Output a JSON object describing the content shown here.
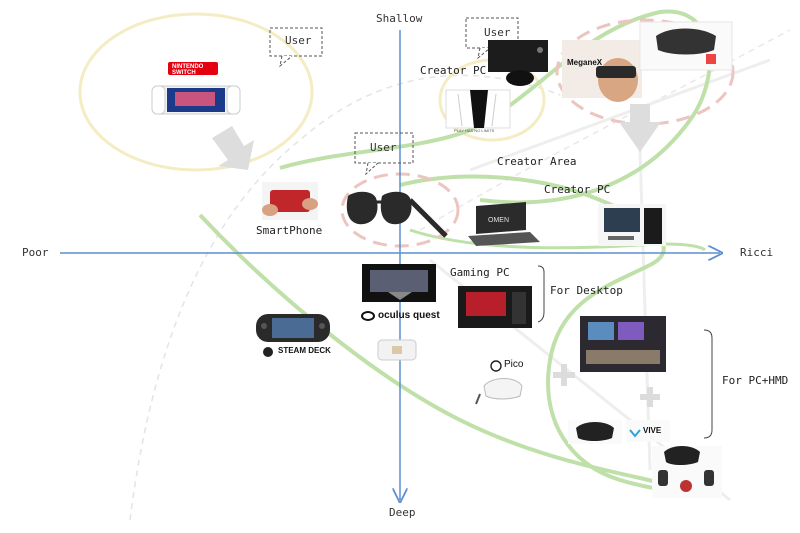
{
  "axes": {
    "top": "Shallow",
    "bottom": "Deep",
    "left": "Poor",
    "right": "Ricci"
  },
  "bubbles": [
    "User",
    "User",
    "User"
  ],
  "labels": {
    "creator_pc_top": "Creator PC",
    "creator_area": "Creator Area",
    "creator_pc_mid": "Creator PC",
    "smartphone": "SmartPhone",
    "gaming_pc": "Gaming PC",
    "for_desktop": "For Desktop",
    "for_pc_hmd": "For PC+HMD"
  },
  "brands": {
    "nintendo": "NINTENDO",
    "switch": "SWITCH",
    "meganex": "MeganeX",
    "oculus": "oculus quest",
    "steamdeck": "STEAM DECK",
    "pico": "Pico",
    "vive": "VIVE",
    "ps5": "PLAY HAS NO LIMITS",
    "omen": "OMEN"
  },
  "colors": {
    "axis": "#5b8fd0",
    "green": "#bfe0a8",
    "pink": "#ecc4c0",
    "yellow": "#f4ecc2",
    "grey_arrow": "#dddddd"
  }
}
